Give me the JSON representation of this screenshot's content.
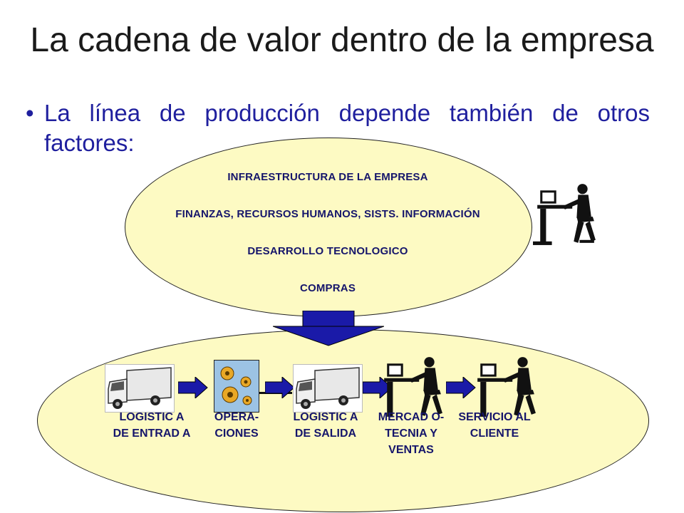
{
  "title": "La cadena de valor dentro de la empresa",
  "bullet": "La línea de producción depende también de otros factores:",
  "support_activities": [
    "INFRAESTRUCTURA DE LA EMPRESA",
    "FINANZAS, RECURSOS HUMANOS, SISTS. INFORMACIÓN",
    "DESARROLLO TECNOLOGICO",
    "COMPRAS"
  ],
  "primary_activities": [
    {
      "label": "LOGISTIC A DE ENTRAD A",
      "icon": "truck-icon"
    },
    {
      "label": "OPERA- CIONES",
      "icon": "gears-icon"
    },
    {
      "label": "LOGISTIC A DE SALIDA",
      "icon": "truck-icon"
    },
    {
      "label": "MERCAD O- TECNIA Y VENTAS",
      "icon": "worker-at-desk-icon"
    },
    {
      "label": "SERVICIO AL CLIENTE",
      "icon": "worker-at-desk-icon"
    }
  ],
  "colors": {
    "ellipse_fill": "#fdfac3",
    "text_blue": "#1f1f9e",
    "arrow_blue": "#1a1aa8",
    "gear_box": "#9cc3e4",
    "gear": "#e9a826"
  }
}
